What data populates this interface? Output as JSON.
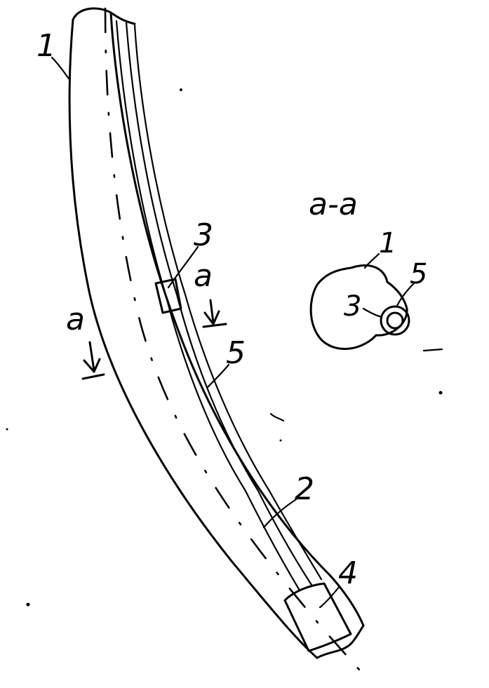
{
  "labels": {
    "part1_main": "1",
    "part3_main": "3",
    "part5_main": "5",
    "part2_main": "2",
    "part4_main": "4",
    "cut_left": "a",
    "cut_right": "a",
    "section_title": "a-a",
    "section_part1": "1",
    "section_part5": "5",
    "section_part3": "3"
  }
}
